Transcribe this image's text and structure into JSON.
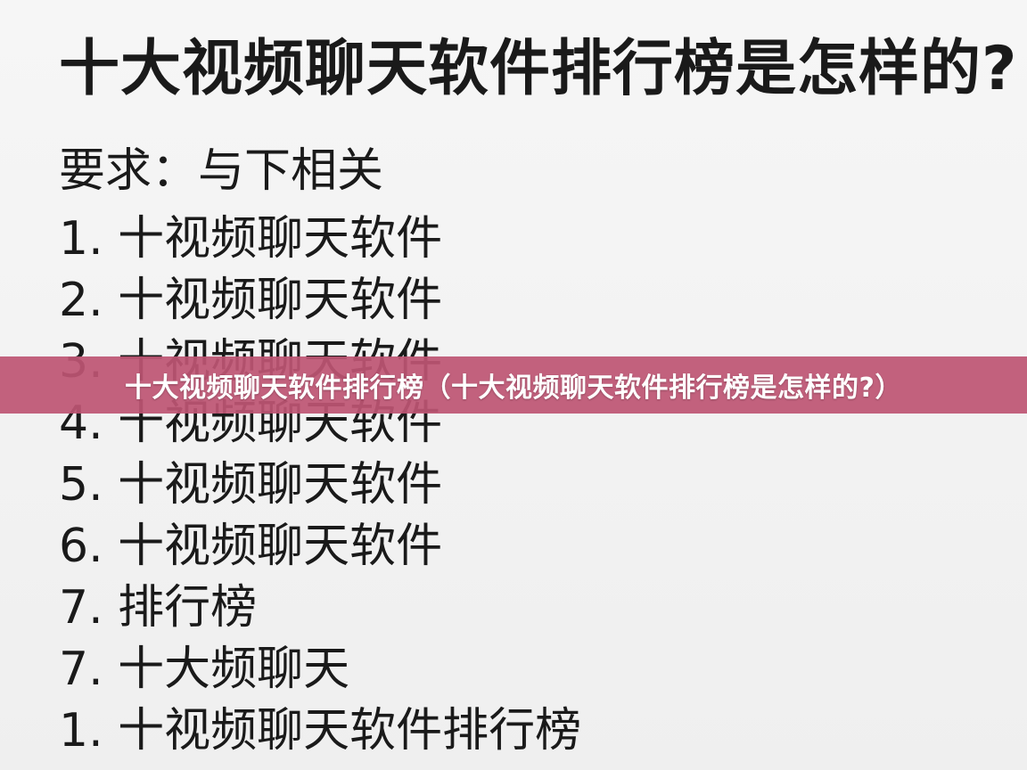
{
  "document": {
    "title": "十大视频聊天软件排行榜是怎样的?",
    "requirement": "要求：与下相关",
    "items": [
      {
        "num": "1.",
        "text": "十视频聊天软件"
      },
      {
        "num": "2.",
        "text": "十视频聊天软件"
      },
      {
        "num": "3.",
        "text": "十视频聊天软件"
      },
      {
        "num": "4.",
        "text": "十视频聊天软件"
      },
      {
        "num": "5.",
        "text": "十视频聊天软件"
      },
      {
        "num": "6.",
        "text": "十视频聊天软件"
      },
      {
        "num": "7.",
        "text": "排行榜"
      },
      {
        "num": "7.",
        "text": "十大频聊天"
      },
      {
        "num": "1.",
        "text": "十视频聊天软件排行榜"
      }
    ]
  },
  "banner": {
    "text": "十大视频聊天软件排行榜（十大视频聊天软件排行榜是怎样的?）",
    "color": "#be5573"
  }
}
